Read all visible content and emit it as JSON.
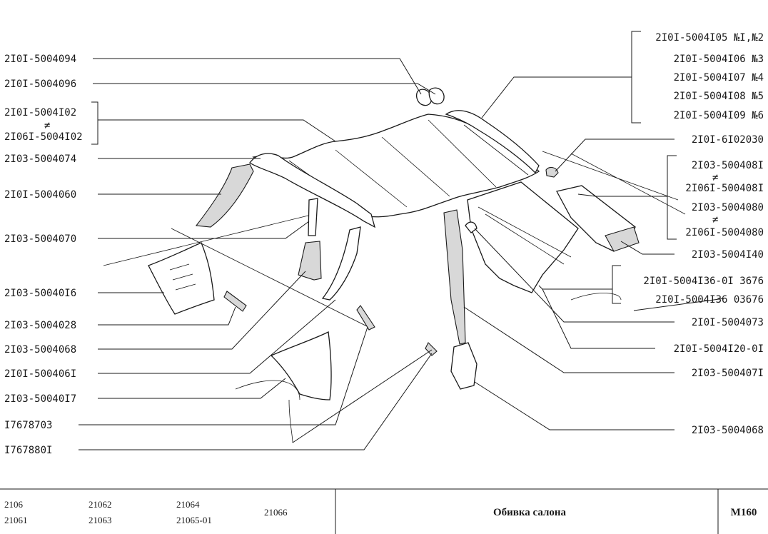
{
  "labels_left": [
    "2I0I-5004094",
    "2I0I-5004096",
    "2I0I-5004I02",
    "≠",
    "2I06I-5004I02",
    "2I03-5004074",
    "2I0I-5004060",
    "2I03-5004070",
    "2I03-50040I6",
    "2I03-5004028",
    "2I03-5004068",
    "2I0I-500406I",
    "2I03-50040I7",
    "I7678703",
    "I767880I"
  ],
  "labels_right": [
    "2I0I-5004I05 №I,№2",
    "2I0I-5004I06 №3",
    "2I0I-5004I07 №4",
    "2I0I-5004I08 №5",
    "2I0I-5004I09 №6",
    "2I0I-6I02030",
    "2I03-500408I",
    "≠",
    "2I06I-500408I",
    "2I03-5004080",
    "≠",
    "2I06I-5004080",
    "2I03-5004I40",
    "2I0I-5004I36-0I  3676",
    "2I0I-5004I36  03676",
    "2I0I-5004073",
    "2I0I-5004I20-0I",
    "2I03-500407I",
    "2I03-5004068"
  ],
  "footer": {
    "models": [
      "2106",
      "21061",
      "21062",
      "21063",
      "21064",
      "21065-01",
      "21066"
    ],
    "title": "Обивка салона",
    "code": "M160"
  }
}
